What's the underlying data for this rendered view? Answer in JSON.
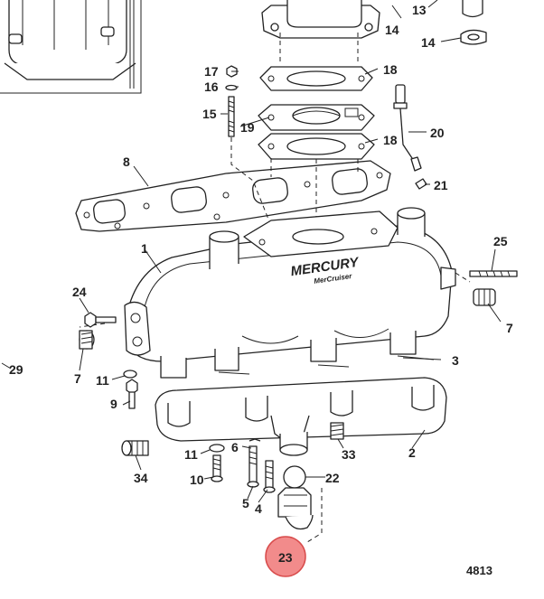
{
  "callouts": {
    "c1": "1",
    "c2": "2",
    "c3": "3",
    "c4": "4",
    "c5": "5",
    "c6": "6",
    "c7a": "7",
    "c7b": "7",
    "c8": "8",
    "c9": "9",
    "c10": "10",
    "c11a": "11",
    "c11b": "11",
    "c13": "13",
    "c14a": "14",
    "c14b": "14",
    "c15": "15",
    "c16": "16",
    "c17": "17",
    "c18a": "18",
    "c18b": "18",
    "c19": "19",
    "c20": "20",
    "c21": "21",
    "c22": "22",
    "c23": "23",
    "c24": "24",
    "c25": "25",
    "c29": "29",
    "c33": "33",
    "c34": "34"
  },
  "brand": {
    "name": "MERCURY",
    "sub": "MerCruiser"
  },
  "figure_number": "4813",
  "colors": {
    "line": "#222222",
    "highlight": "#f28b8b",
    "highlight_stroke": "#d84b4b",
    "background": "#ffffff"
  }
}
